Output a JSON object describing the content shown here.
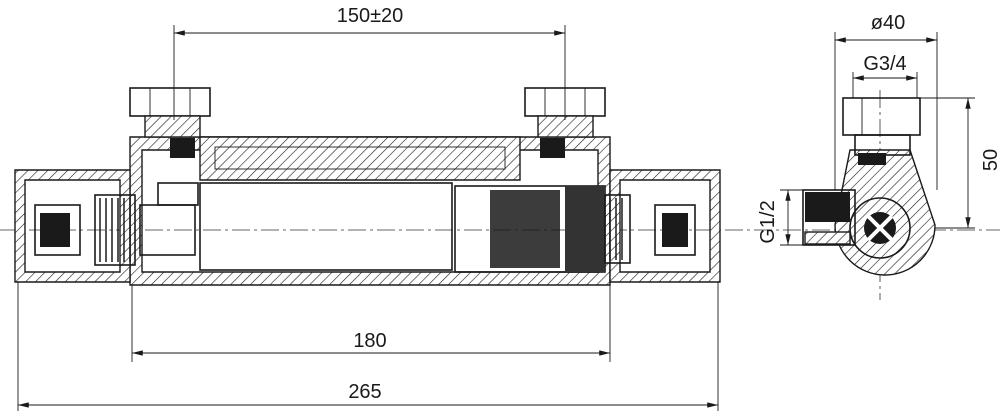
{
  "drawing": {
    "front_view": {
      "dim_inlet_spacing": "150±20",
      "dim_body_length": "180",
      "dim_overall_length": "265"
    },
    "side_view": {
      "dim_diameter": "ø40",
      "dim_inlet_thread": "G3/4",
      "dim_height": "50",
      "dim_outlet_thread": "G1/2"
    }
  }
}
